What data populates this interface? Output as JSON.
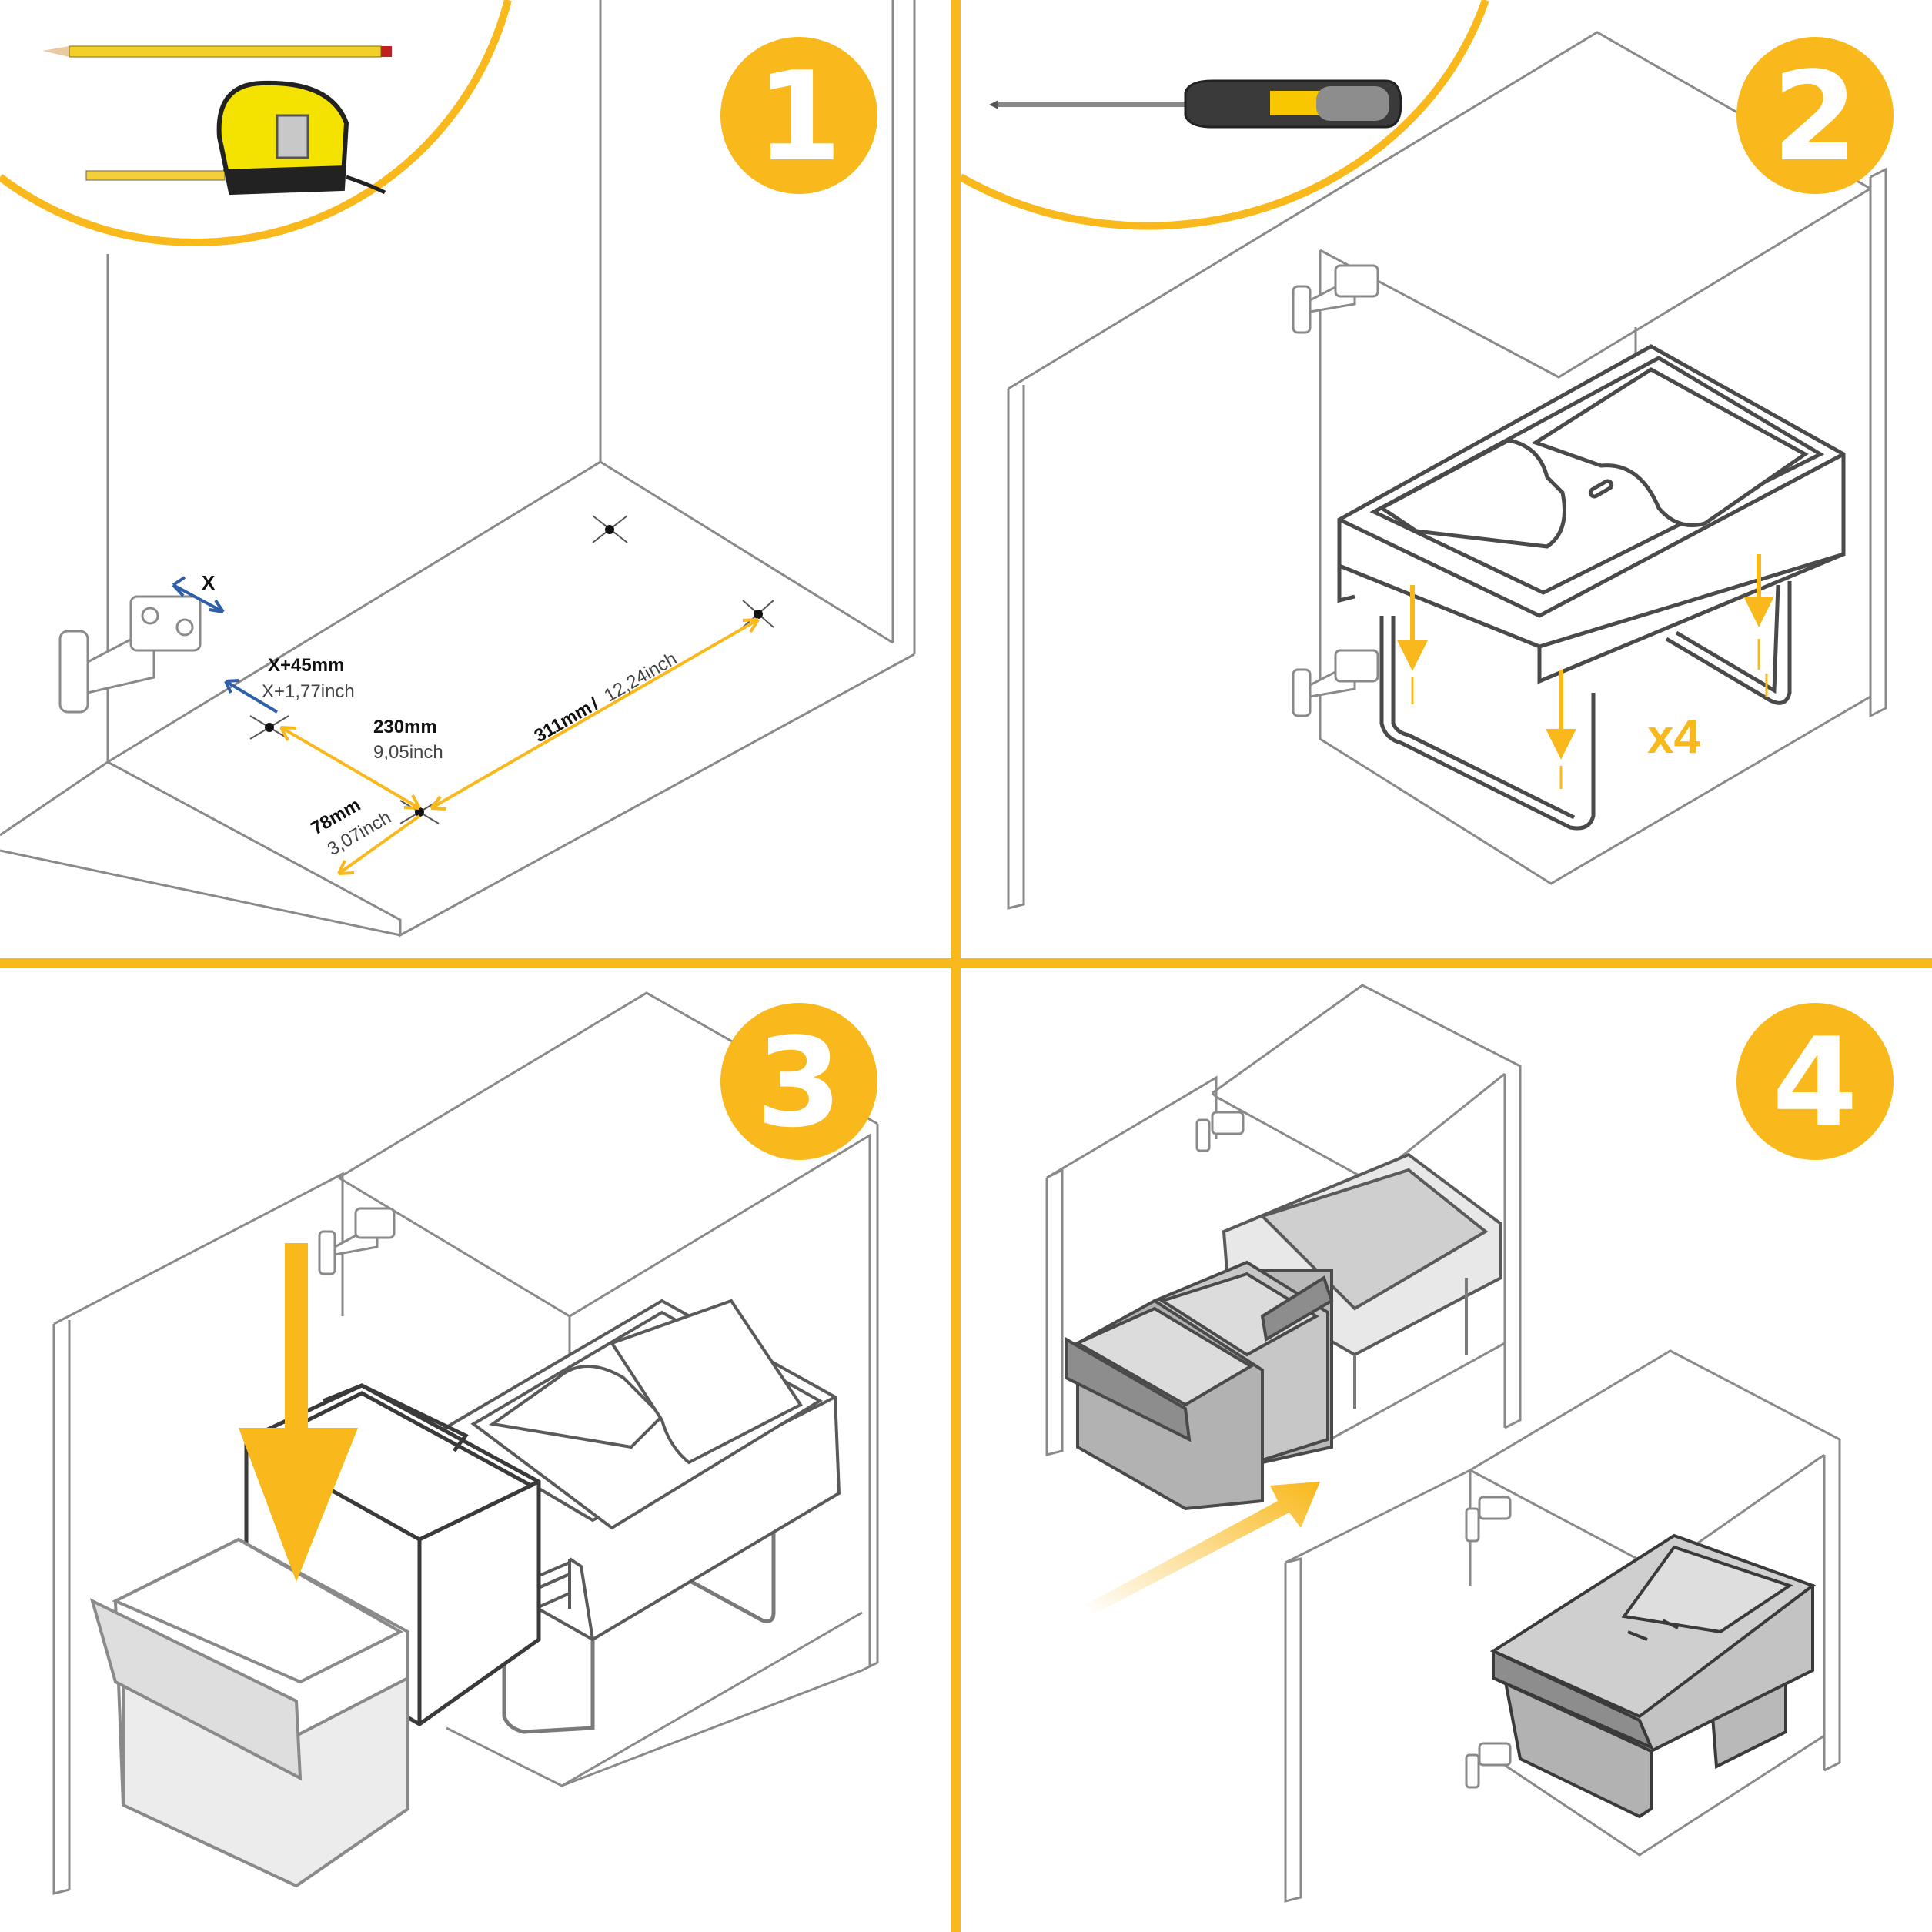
{
  "colors": {
    "accent": "#f9b81b",
    "divider": "#f9b81b",
    "line": "#8a8a8a",
    "bin_dark": "#4a4a4a",
    "bin_light": "#b9b9b9",
    "blue_arrow": "#2f5fa8",
    "background": "#ffffff"
  },
  "steps": [
    {
      "number": "1",
      "tools": [
        "pencil-icon",
        "tape-measure-icon"
      ]
    },
    {
      "number": "2",
      "tools": [
        "screwdriver-icon"
      ],
      "multiplier": "x4"
    },
    {
      "number": "3"
    },
    {
      "number": "4"
    }
  ],
  "measurements": {
    "x_label": "X",
    "offset_mm": "X+45mm",
    "offset_inch": "X+1,77inch",
    "mid_mm": "230mm",
    "mid_inch": "9,05inch",
    "front_mm": "78mm",
    "front_inch": "3,07inch",
    "long_mm": "311mm",
    "long_sep": "/",
    "long_inch": "12,24inch"
  }
}
